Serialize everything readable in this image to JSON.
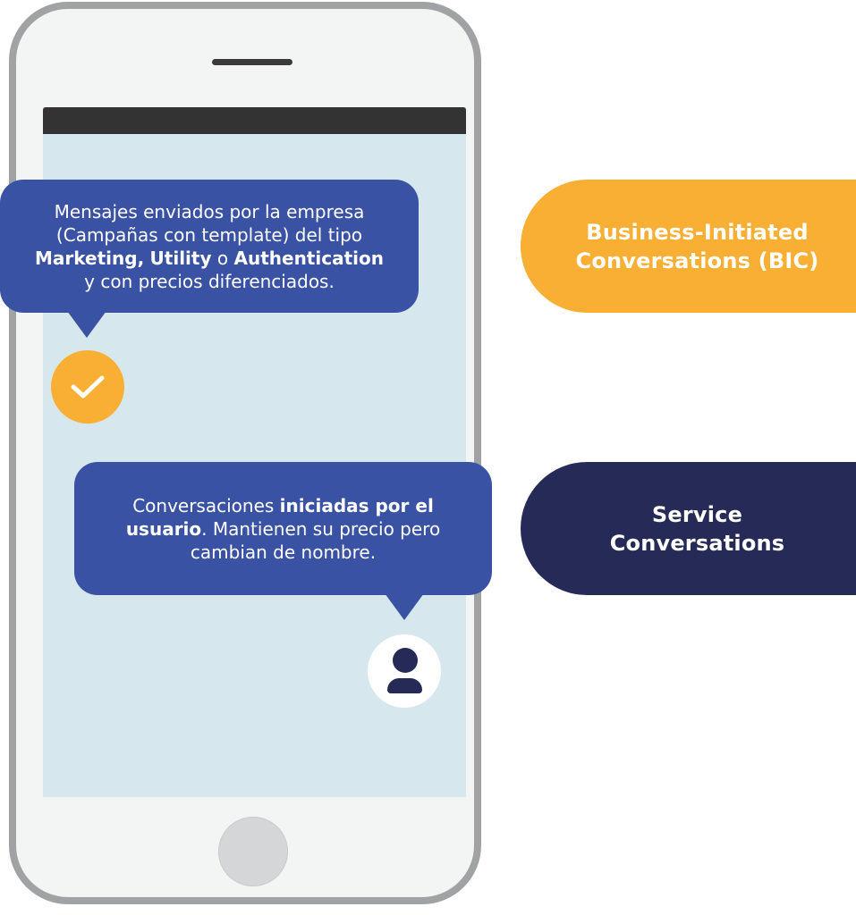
{
  "bubbles": {
    "business": {
      "line1": "Mensajes enviados por la empresa",
      "line2": "(Campañas con template) del tipo",
      "marketing": "Marketing",
      "comma": ",",
      "utility": "Utility",
      "o": "o",
      "authentication": "Authentication",
      "line4": "y con precios diferenciados."
    },
    "service": {
      "prefix": "Conversaciones",
      "bold1": "iniciadas por el",
      "bold2": "usuario",
      "rest": ". Mantienen su precio pero",
      "line3": "cambian de nombre."
    }
  },
  "labels": {
    "bic_line1": "Business-Initiated",
    "bic_line2": "Conversations (BIC)",
    "service_line1": "Service",
    "service_line2": "Conversations"
  },
  "colors": {
    "bubble": "#3a52a4",
    "bic": "#f8af34",
    "service": "#252a56",
    "screen": "#d6e8ee",
    "phone_frame": "#a0a2a4"
  },
  "icons": {
    "check": "check-icon",
    "user": "user-icon"
  }
}
